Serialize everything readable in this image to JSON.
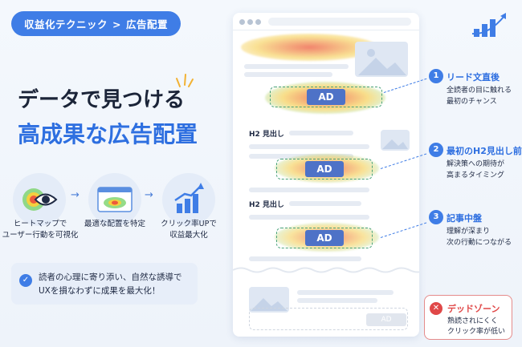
{
  "breadcrumb": {
    "category": "収益化テクニック",
    "separator": ">",
    "current": "広告配置"
  },
  "headline": {
    "line1": "データで見つける",
    "line2": "高成果な広告配置"
  },
  "steps": [
    {
      "label": "ヒートマップで\nユーザー行動を可視化",
      "icon": "heatmap-eye-icon"
    },
    {
      "label": "最適な配置を特定",
      "icon": "browser-heatmap-icon"
    },
    {
      "label": "クリック率UPで\n収益最大化",
      "icon": "bar-chart-up-icon"
    }
  ],
  "step_arrow": "→",
  "note": {
    "line1": "読者の心理に寄り添い、自然な誘導で",
    "line2": "UXを損なわずに成果を最大化！",
    "icon": "check-circle-icon"
  },
  "mock": {
    "ad_label": "AD",
    "h2_label": "H2 見出し"
  },
  "annotations": [
    {
      "num": "1",
      "title": "リード文直後",
      "desc": [
        "全読者の目に触れる",
        "最初のチャンス"
      ]
    },
    {
      "num": "2",
      "title": "最初のH2見出し前",
      "desc": [
        "解決策への期待が",
        "高まるタイミング"
      ]
    },
    {
      "num": "3",
      "title": "記事中盤",
      "desc": [
        "理解が深まり",
        "次の行動につながる"
      ]
    }
  ],
  "deadzone": {
    "icon": "x-circle-icon",
    "title": "デッドゾーン",
    "desc": [
      "熟読されにくく",
      "クリック率が低い"
    ]
  },
  "colors": {
    "accent": "#3f7de6",
    "danger": "#e04848",
    "ad_fill": "#4e72c7"
  }
}
